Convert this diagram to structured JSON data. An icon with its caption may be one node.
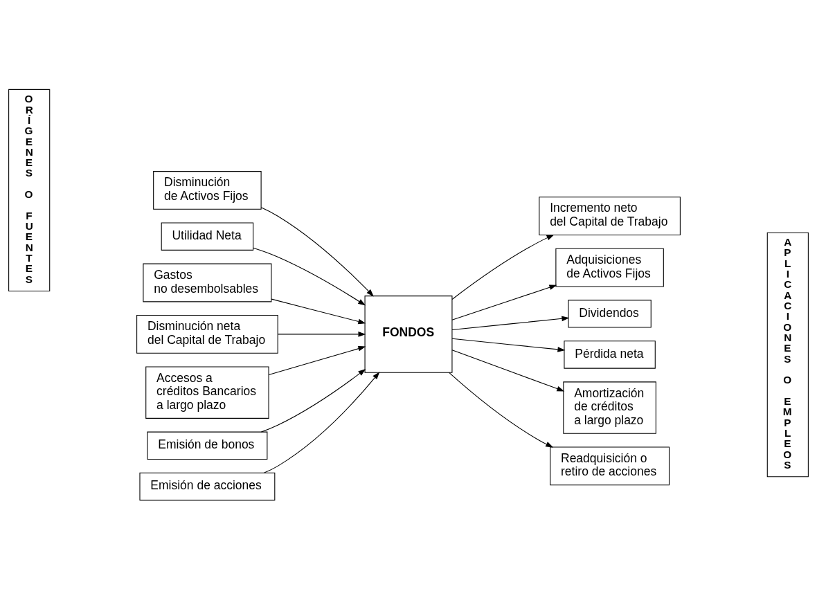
{
  "diagram": {
    "nodes": [
      {
        "text": [
          "ORÍGENES O FUENTES"
        ]
      },
      {
        "text": [
          "Utilidad Neta"
        ]
      },
      {
        "text": [
          "Gastos no desembolsables"
        ]
      },
      {
        "text": [
          "Disminución neta del Capital de Trabajo"
        ]
      },
      {
        "text": [
          "Disminución de Activos Fijos"
        ]
      },
      {
        "text": [
          "Accesos a créditos Bancarios a largo plazo"
        ]
      },
      {
        "text": [
          "Emisión de bonos"
        ]
      },
      {
        "text": [
          "Emisión de acciones"
        ]
      },
      {
        "text": [
          "FONDOS"
        ]
      },
      {
        "text": [
          "Incremento neto del Capital de Trabajo"
        ]
      },
      {
        "text": [
          "Adquisiciones de Activos Fijos"
        ]
      },
      {
        "text": [
          "Dividendos"
        ]
      },
      {
        "text": [
          "Pérdida neta"
        ]
      },
      {
        "text": [
          "Amortización de créditos a largo plazo"
        ]
      },
      {
        "text": [
          "Readquisición o retiro de acciones"
        ]
      },
      {
        "text": [
          "APLICACIONES O EMPLEOS"
        ]
      }
    ],
    "edges": [
      {
        "from": 1,
        "to": 8,
        "arrow": "to"
      },
      {
        "from": 2,
        "to": 8,
        "arrow": "to"
      },
      {
        "from": 3,
        "to": 8,
        "arrow": "to"
      },
      {
        "from": 4,
        "to": 8,
        "arrow": "to"
      },
      {
        "from": 5,
        "to": 8,
        "arrow": "to"
      },
      {
        "from": 6,
        "to": 8,
        "arrow": "to"
      },
      {
        "from": 7,
        "to": 8,
        "arrow": "to"
      },
      {
        "from": 8,
        "to": 9,
        "arrow": "to"
      },
      {
        "from": 8,
        "to": 10,
        "arrow": "to"
      },
      {
        "from": 8,
        "to": 11,
        "arrow": "to"
      },
      {
        "from": 8,
        "to": 12,
        "arrow": "to"
      },
      {
        "from": 8,
        "to": 13,
        "arrow": "to"
      },
      {
        "from": 8,
        "to": 14,
        "arrow": "to"
      }
    ]
  }
}
